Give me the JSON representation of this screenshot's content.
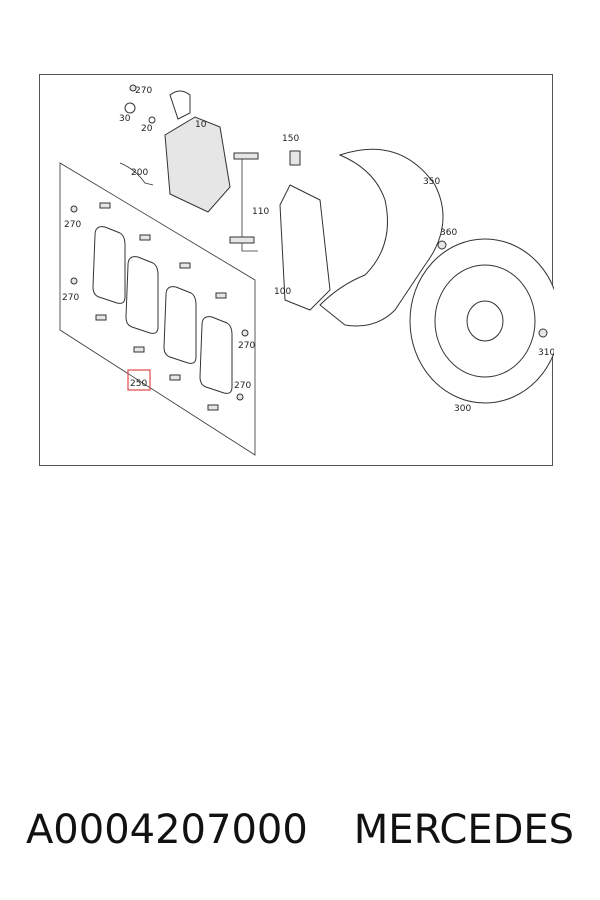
{
  "diagram": {
    "callouts": {
      "c270_top": "270",
      "c30": "30",
      "c20": "20",
      "c10": "10",
      "c200": "200",
      "c270_left_a": "270",
      "c270_left_b": "270",
      "c150": "150",
      "c110": "110",
      "c100": "100",
      "c350": "350",
      "c360": "360",
      "c310": "310",
      "c300": "300",
      "c250": "250",
      "c270_right_a": "270",
      "c270_right_b": "270"
    },
    "highlight_color": "#e0464a"
  },
  "footer": {
    "part_number": "A0004207000",
    "brand": "MERCEDES"
  }
}
